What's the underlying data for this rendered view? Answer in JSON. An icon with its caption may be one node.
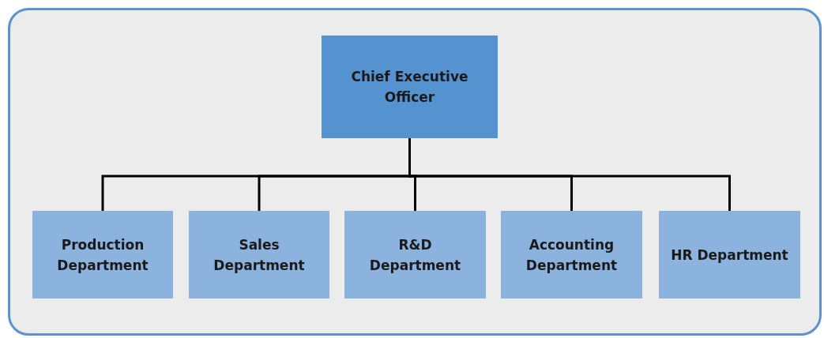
{
  "diagram": {
    "nodes": [
      {
        "text": [
          "Chief Executive Officer"
        ]
      },
      {
        "text": [
          "Production Department"
        ]
      },
      {
        "text": [
          "Sales Department"
        ]
      },
      {
        "text": [
          "R&D Department"
        ]
      },
      {
        "text": [
          "Accounting Department"
        ]
      },
      {
        "text": [
          "HR Department"
        ]
      }
    ],
    "edges": [
      {
        "from": 0,
        "to": 1,
        "arrow": "none"
      },
      {
        "from": 0,
        "to": 2,
        "arrow": "none"
      },
      {
        "from": 0,
        "to": 3,
        "arrow": "none"
      },
      {
        "from": 0,
        "to": 4,
        "arrow": "none"
      },
      {
        "from": 0,
        "to": 5,
        "arrow": "none"
      }
    ]
  }
}
